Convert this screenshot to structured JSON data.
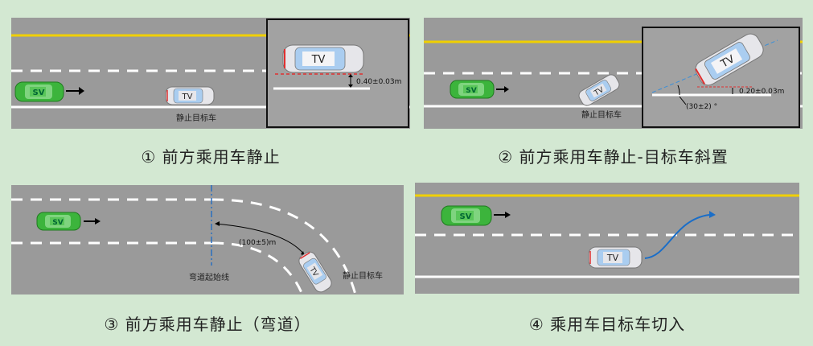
{
  "scenarios": [
    {
      "caption": "① 前方乘用车静止",
      "sv_label": "SV",
      "tv_label": "TV",
      "small_tv_label": "TV",
      "target_label": "静止目标车",
      "offset_label": "0.40±0.03m"
    },
    {
      "caption": "② 前方乘用车静止-目标车斜置",
      "sv_label": "SV",
      "tv_label": "TV",
      "small_tv_label": "TV",
      "target_label": "静止目标车",
      "offset_label": "0.20±0.03m",
      "angle_label": "(30±2) °"
    },
    {
      "caption": "③ 前方乘用车静止（弯道）",
      "sv_label": "SV",
      "tv_label": "TV",
      "curve_start_label": "弯道起始线",
      "distance_label": "(100±5)m",
      "target_label": "静止目标车"
    },
    {
      "caption": "④ 乘用车目标车切入",
      "sv_label": "SV",
      "tv_label": "TV"
    }
  ],
  "colors": {
    "background": "#d3e8d2",
    "road": "#9a9a9a",
    "yellow_line": "#f0d000",
    "sv_green": "#3cb43c",
    "tv_body": "#e6e6ea",
    "tv_stripe": "#e03030",
    "path_blue": "#1a6ec8"
  }
}
